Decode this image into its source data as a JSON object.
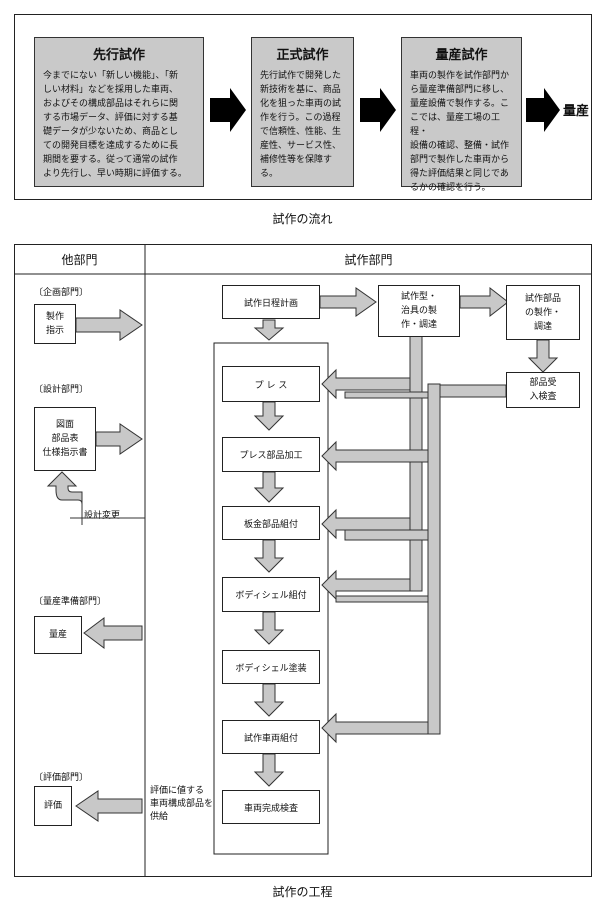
{
  "flow": {
    "stages": [
      {
        "title": "先行試作",
        "text": "今までにない「新しい機能」、「新\nしい材料」などを採用した車両、\nおよびその構成部品はそれらに関\nする市場データ、評価に対する基\n礎データが少ないため、商品とし\nての開発目標を達成するために長\n期間を要する。従って通常の試作\nより先行し、早い時期に評価する。"
      },
      {
        "title": "正式試作",
        "text": "先行試作で開発した\n新技術を基に、商品\n化を狙った車両の試\n作を行う。この過程\nで信頼性、性能、生\n産性、サービス性、\n補修性等を保障す\nる。"
      },
      {
        "title": "量産試作",
        "text": "車両の製作を試作部門か\nら量産準備部門に移し、\n量産設備で製作する。こ\nこでは、量産工場の工程・\n設備の確認、整備・試作\n部門で製作した車両から\n得た評価結果と同じであ\nるかの確認を行う。"
      }
    ],
    "final_label": "量産",
    "caption": "試作の流れ"
  },
  "process": {
    "header_left": "他部門",
    "header_right": "試作部門",
    "departments": [
      {
        "name": "〔企画部門〕",
        "box": "製作\n指示"
      },
      {
        "name": "〔設計部門〕",
        "box": "図面\n部品表\n仕様指示書"
      },
      {
        "name": "〔量産準備部門〕",
        "box": "量産"
      },
      {
        "name": "〔評価部門〕",
        "box": "評価"
      }
    ],
    "design_change_label": "設計変更",
    "supply_note": "評価に値する\n車両構成部品を\n供給",
    "schedule": "試作日程計画",
    "tooling": "試作型・\n治具の製\n作・調達",
    "parts_make": "試作部品\nの製作・\n調達",
    "parts_inspect": "部品受\n入検査",
    "steps": [
      "プ レ ス",
      "プレス部品加工",
      "板金部品組付",
      "ボディシェル組付",
      "ボディシェル塗装",
      "試作車両組付",
      "車両完成検査"
    ],
    "caption": "試作の工程"
  }
}
